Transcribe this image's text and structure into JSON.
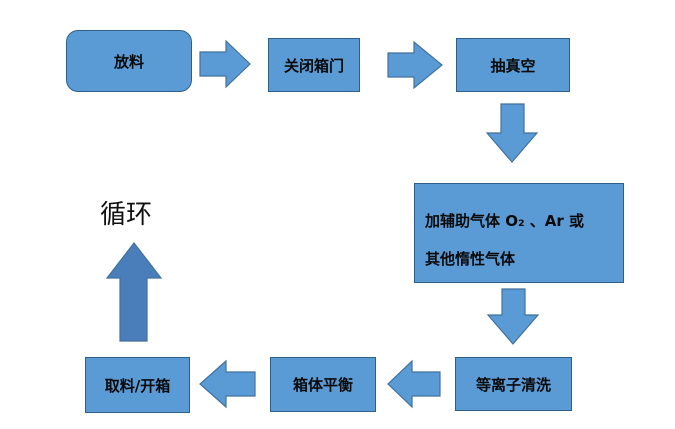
{
  "steps": {
    "load": "放料",
    "close_door": "关闭箱门",
    "vacuum": "抽真空",
    "gas_line1": "加辅助气体 O₂ 、Ar 或",
    "gas_line2": "其他惰性气体",
    "plasma_clean": "等离子清洗",
    "balance": "箱体平衡",
    "unload": "取料/开箱"
  },
  "cycle_label": "循环",
  "colors": {
    "box_fill": "#5b9bd5",
    "box_border": "#2e5f8a",
    "arrow_fill": "#5b9bd5",
    "arrow_border": "#41719c",
    "cycle_arrow_fill": "#4a7ebb"
  }
}
